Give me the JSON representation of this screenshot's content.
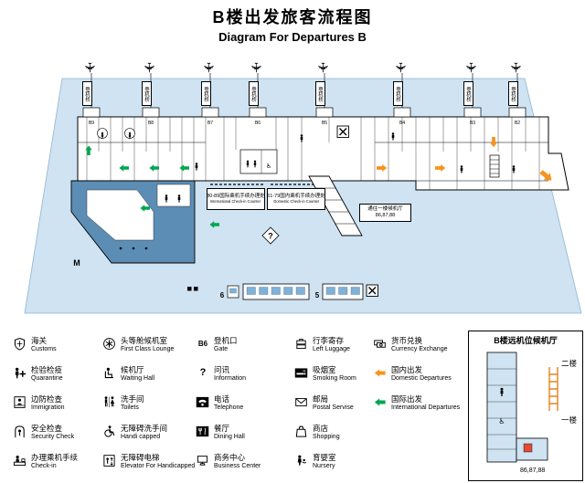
{
  "title": "B楼出发旅客流程图",
  "subtitle": "Diagram For Departures B",
  "colors": {
    "apron_blue": "#CFE3F2",
    "hall_blue": "#5C8DB5",
    "window_blue": "#7FB2D8",
    "domestic_orange": "#F7941D",
    "international_green": "#00A651"
  },
  "diagram": {
    "bridge_label": "登机桥",
    "gates": [
      "B9",
      "B8",
      "B7",
      "B6",
      "B5",
      "B4",
      "B3",
      "B2"
    ],
    "intl_counter_cn": "80-89国际乘机手续办理处",
    "intl_counter_en": "International Check-in Counter",
    "dom_counter_cn": "61-79国内乘机手续办理处",
    "dom_counter_en": "Domestic Check-in Counter",
    "stairs_note_cn": "通往一楼候机厅",
    "stairs_note_gates": "86,87,88",
    "metro_label": "M",
    "information_mark": "?",
    "entrance_numbers": [
      "6",
      "5"
    ]
  },
  "legend": {
    "items": [
      {
        "icon": "customs-icon",
        "cn": "海关",
        "en": "Customs"
      },
      {
        "icon": "quarantine-icon",
        "cn": "检验检疫",
        "en": "Quarantine"
      },
      {
        "icon": "immigration-icon",
        "cn": "边防检查",
        "en": "Immigration"
      },
      {
        "icon": "security-check-icon",
        "cn": "安全检查",
        "en": "Security Check"
      },
      {
        "icon": "check-in-icon",
        "cn": "办理乘机手续",
        "en": "Check-in"
      },
      {
        "icon": "first-class-lounge-icon",
        "cn": "头等舱候机室",
        "en": "First Class Lounge"
      },
      {
        "icon": "waiting-hall-icon",
        "cn": "候机厅",
        "en": "Waiting Hall"
      },
      {
        "icon": "toilets-icon",
        "cn": "洗手间",
        "en": "Toilets"
      },
      {
        "icon": "handicapped-toilet-icon",
        "cn": "无障碍洗手间",
        "en": "Handi capped"
      },
      {
        "icon": "handicapped-elevator-icon",
        "cn": "无障碍电梯",
        "en": "Elevator For Handicapped"
      },
      {
        "icon": "gate-code",
        "icon_text": "B6",
        "cn": "登机口",
        "en": "Gate"
      },
      {
        "icon": "information-mark",
        "icon_text": "?",
        "cn": "问讯",
        "en": "Information"
      },
      {
        "icon": "telephone-icon",
        "cn": "电话",
        "en": "Telephone"
      },
      {
        "icon": "dining-hall-icon",
        "cn": "餐厅",
        "en": "Dining Hall"
      },
      {
        "icon": "business-center-icon",
        "cn": "商务中心",
        "en": "Business Center"
      },
      {
        "icon": "left-luggage-icon",
        "cn": "行李寄存",
        "en": "Left Luggage"
      },
      {
        "icon": "smoking-room-icon",
        "cn": "吸烟室",
        "en": "Smoking Room"
      },
      {
        "icon": "postal-service-icon",
        "cn": "邮局",
        "en": "Postal Servise"
      },
      {
        "icon": "shopping-icon",
        "cn": "商店",
        "en": "Shopping"
      },
      {
        "icon": "nursery-icon",
        "cn": "育婴室",
        "en": "Nursery"
      },
      {
        "icon": "currency-exchange-icon",
        "cn": "货币兑换",
        "en": "Currency Exchange"
      },
      {
        "icon": "domestic-departures-arrow",
        "cn": "国内出发",
        "en": "Domestic Departures"
      },
      {
        "icon": "international-departures-arrow",
        "cn": "国际出发",
        "en": "International Departures"
      }
    ]
  },
  "inset": {
    "title": "B楼远机位候机厅",
    "floor_2": "二楼",
    "floor_1": "一楼",
    "gates": "86,87,88"
  }
}
